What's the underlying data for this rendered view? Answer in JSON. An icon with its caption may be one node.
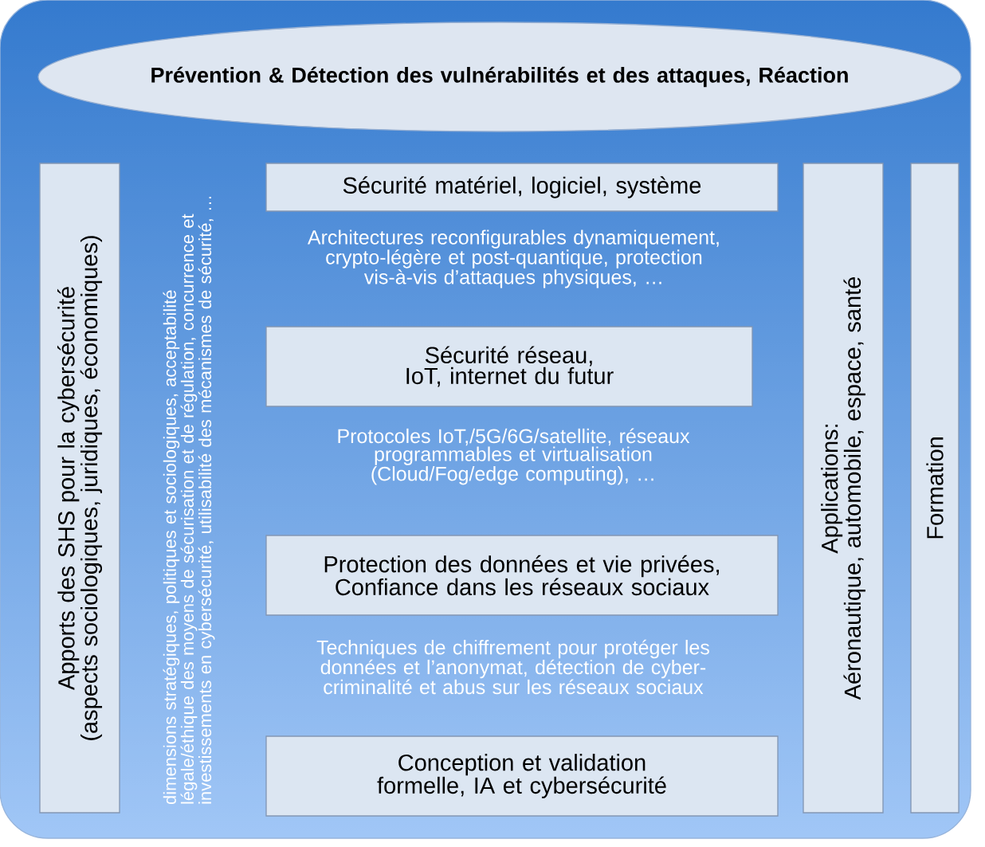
{
  "diagram": {
    "nodes": [
      {
        "text": [],
        "shape": "box"
      },
      {
        "text": [
          "Prévention & Détection des vulnérabilités et des attaques, Réaction"
        ],
        "in": 0
      },
      {
        "text": [
          "Apports des SHS pour la cybersécurité",
          "(aspects sociologiques, juridiques, économiques)"
        ],
        "in": 0,
        "beside": [
          "dimensions stratégiques, politiques et sociologiques, acceptabilité légale/éthique des moyens de sécurisation et de régulation, concurrence et investissements en cybersécurité, utilisabilité des mécanismes de sécurité, …"
        ]
      },
      {
        "text": [
          "Sécurité matériel, logiciel, système"
        ],
        "in": 0,
        "beside": [
          "Architectures reconfigurables dynamiquement, crypto-légère et post-quantique, protection vis-à-vis d’attaques physiques, …"
        ]
      },
      {
        "text": [
          "Sécurité réseau, IoT, internet du futur"
        ],
        "in": 0,
        "beside": [
          "Protocoles IoT,/5G/6G/satellite, réseaux programmables et virtualisation (Cloud/Fog/edge computing), …"
        ]
      },
      {
        "text": [
          "Protection des données et vie privées, Confiance dans les réseaux sociaux"
        ],
        "in": 0,
        "beside": [
          "Techniques de chiffrement pour protéger les données et l’anonymat, détection de cyber-criminalité et abus sur les réseaux sociaux"
        ]
      },
      {
        "text": [
          "Conception et validation formelle, IA et cybersécurité"
        ],
        "in": 0
      },
      {
        "text": [
          "Applications:",
          "Aéronautique, automobile, espace, santé"
        ],
        "in": 0
      },
      {
        "text": [
          "Formation"
        ],
        "in": 0
      }
    ]
  }
}
